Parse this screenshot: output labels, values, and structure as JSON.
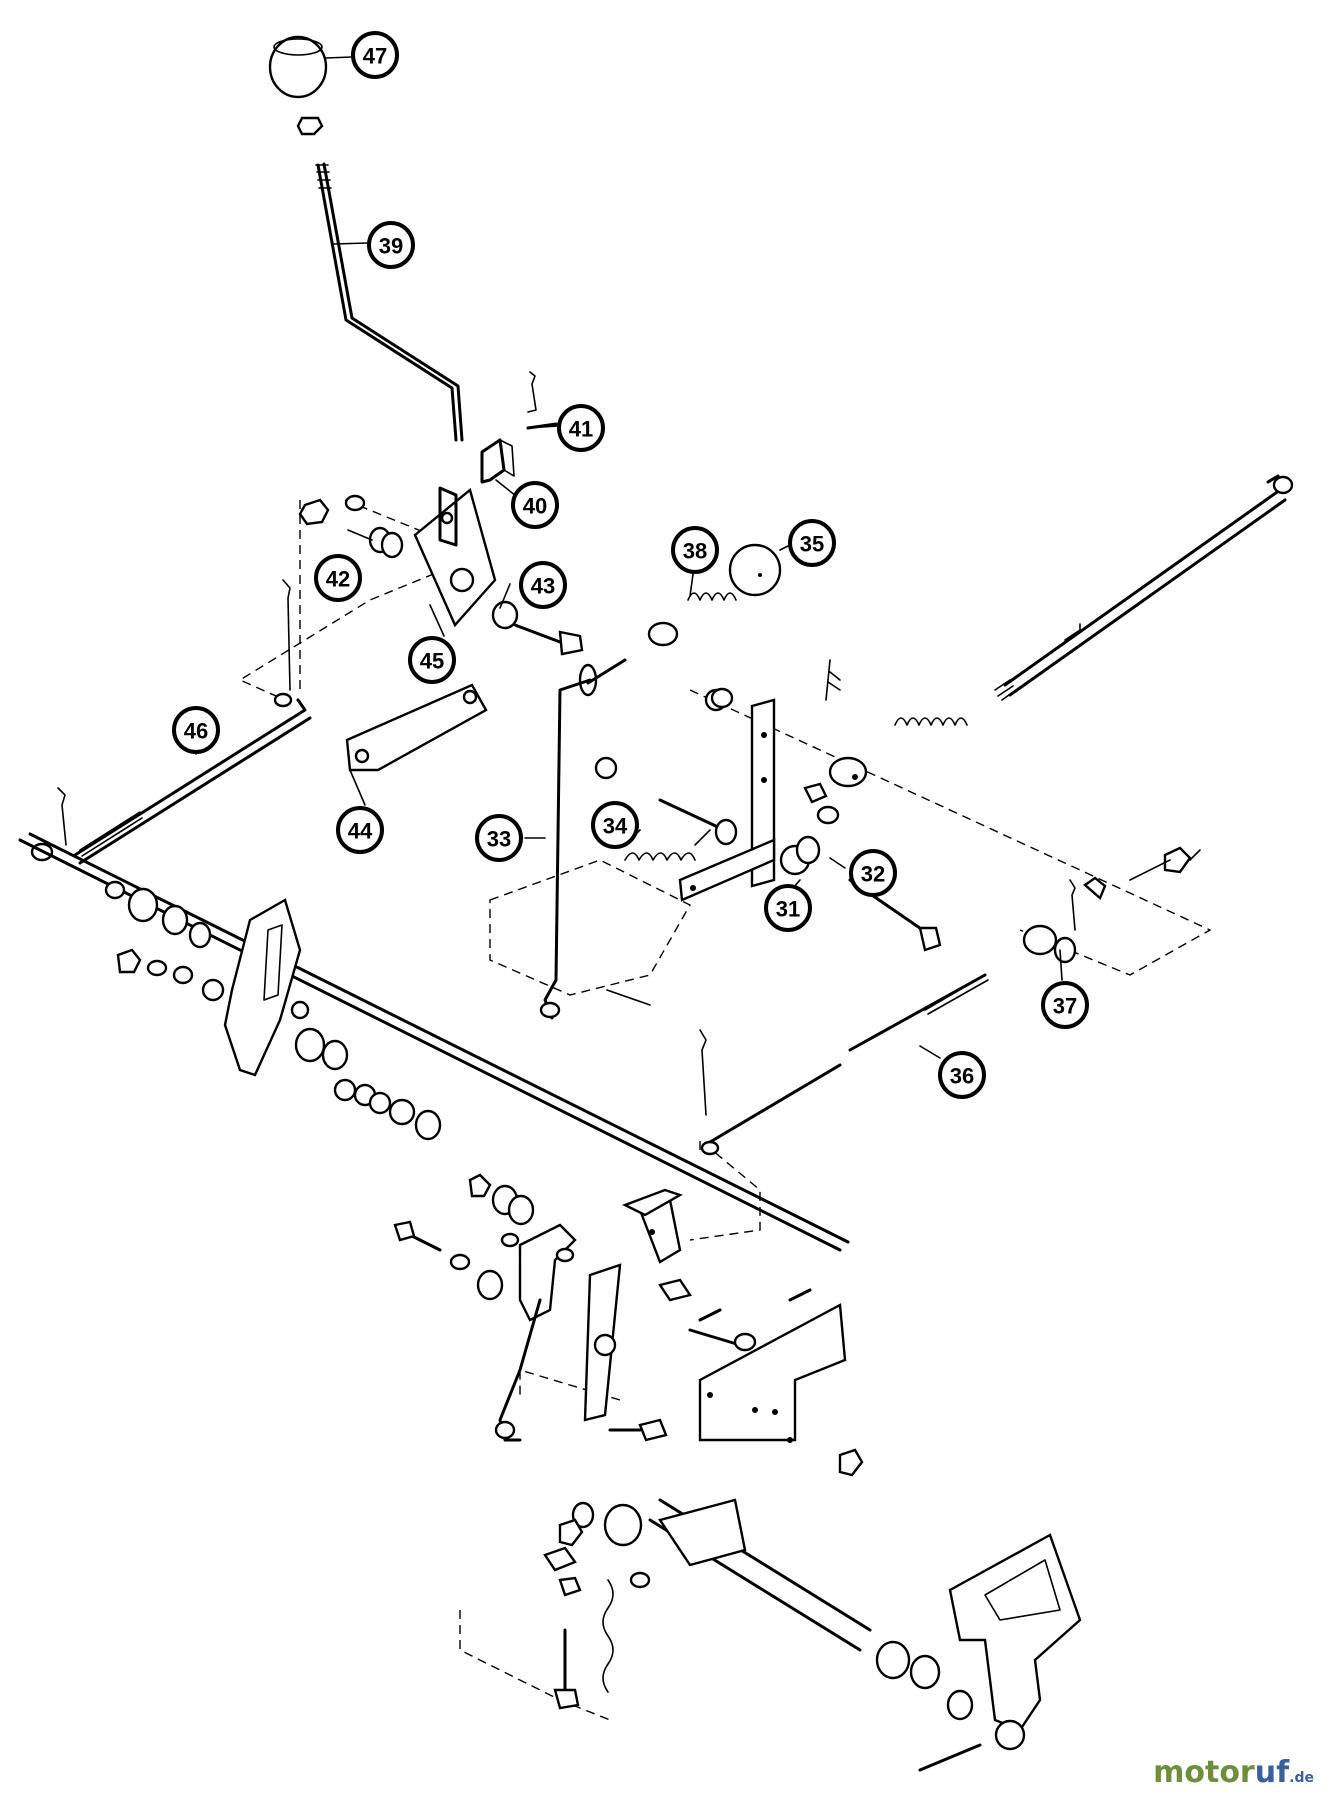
{
  "callouts": [
    {
      "label": "47"
    },
    {
      "label": "39"
    },
    {
      "label": "41"
    },
    {
      "label": "40"
    },
    {
      "label": "42"
    },
    {
      "label": "43"
    },
    {
      "label": "45"
    },
    {
      "label": "38"
    },
    {
      "label": "35"
    },
    {
      "label": "46"
    },
    {
      "label": "44"
    },
    {
      "label": "33"
    },
    {
      "label": "34"
    },
    {
      "label": "32"
    },
    {
      "label": "31"
    },
    {
      "label": "37"
    },
    {
      "label": "36"
    }
  ],
  "watermark": {
    "part1": "motor",
    "part2": "uf",
    "part3": ".de"
  }
}
